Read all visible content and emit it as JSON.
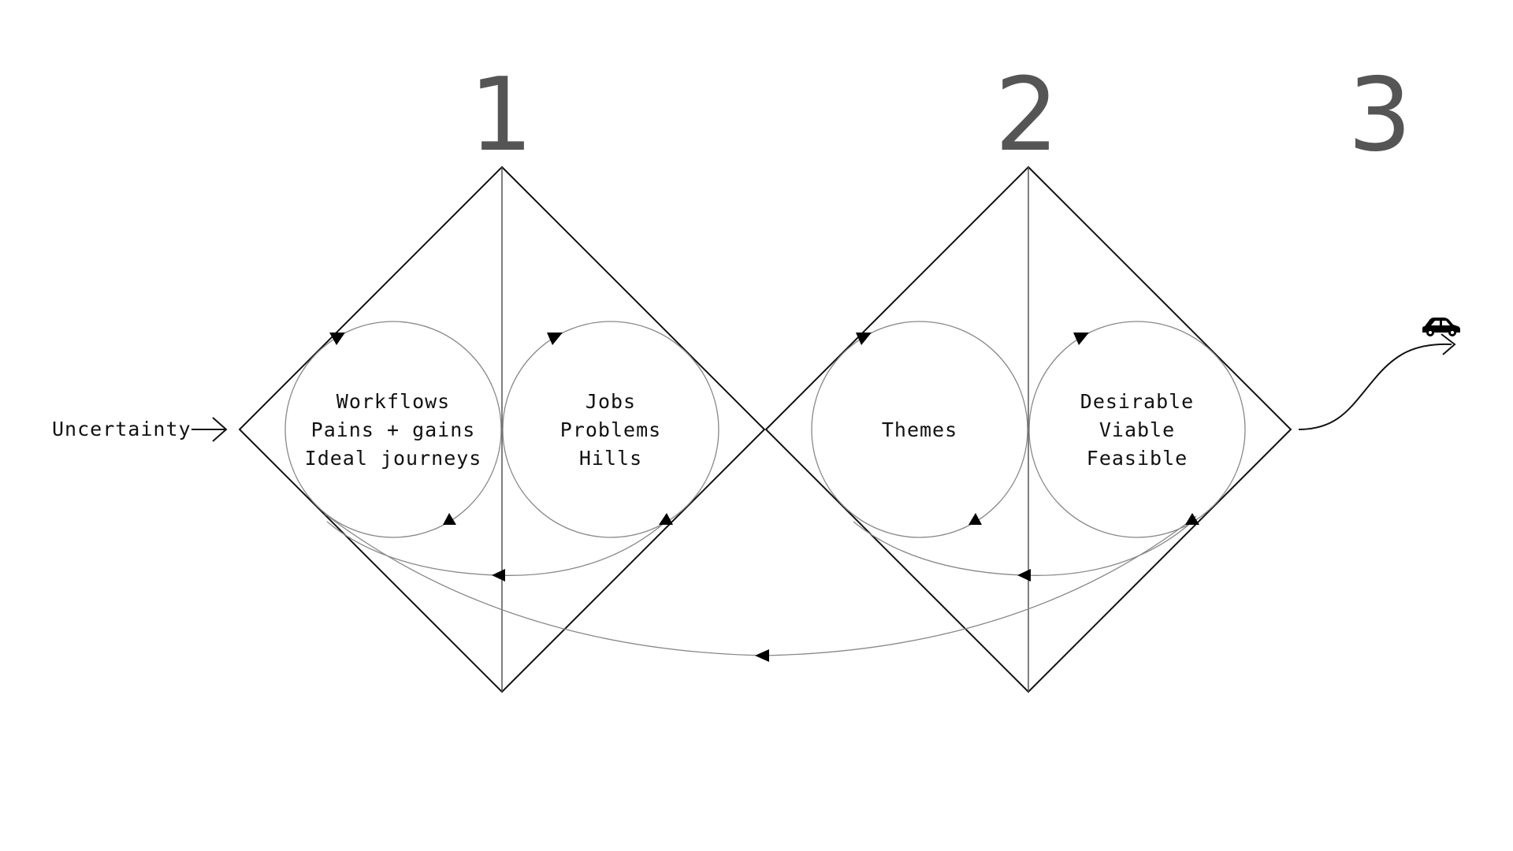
{
  "diagram": {
    "phases": [
      {
        "number": "1"
      },
      {
        "number": "2"
      },
      {
        "number": "3"
      }
    ],
    "input_label": "Uncertainty",
    "circles": [
      {
        "lines": [
          "Workflows",
          "Pains + gains",
          "Ideal journeys"
        ]
      },
      {
        "lines": [
          "Jobs",
          "Problems",
          "Hills"
        ]
      },
      {
        "lines": [
          "Themes"
        ]
      },
      {
        "lines": [
          "Desirable",
          "Viable",
          "Feasible"
        ]
      }
    ],
    "output_icon": "car-icon",
    "colors": {
      "stroke": "#111111",
      "loop_stroke": "#888888",
      "number": "#555555"
    }
  }
}
